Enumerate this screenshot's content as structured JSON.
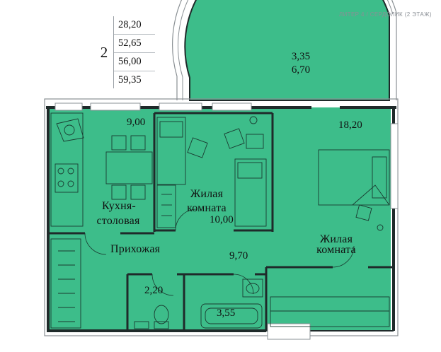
{
  "header": {
    "title": "ЛИТЕР 4 / СЕРДОЛИК (2 ЭТАЖ)"
  },
  "apartment": {
    "rooms": "2",
    "areas": [
      "28,20",
      "52,65",
      "56,00",
      "59,35"
    ]
  },
  "balcony": {
    "area_a": "3,35",
    "area_b": "6,70"
  },
  "rooms": {
    "kitchen": {
      "name_line1": "Кухня-",
      "name_line2": "столовая",
      "area": "9,00"
    },
    "bedroom1": {
      "name_line1": "Жилая",
      "name_line2": "комната",
      "area": "10,00"
    },
    "bedroom2": {
      "name_line1": "Жилая",
      "name_line2": "комната",
      "area": "18,20"
    },
    "hallway": {
      "name": "Прихожая",
      "area": "9,70"
    },
    "toilet": {
      "area": "2,20"
    },
    "bathroom": {
      "area": "3,55"
    }
  },
  "colors": {
    "floor": "#3dbd8a",
    "wall": "#1f2a2a",
    "wall_gray": "#8a9094",
    "line": "#1a3a30"
  }
}
